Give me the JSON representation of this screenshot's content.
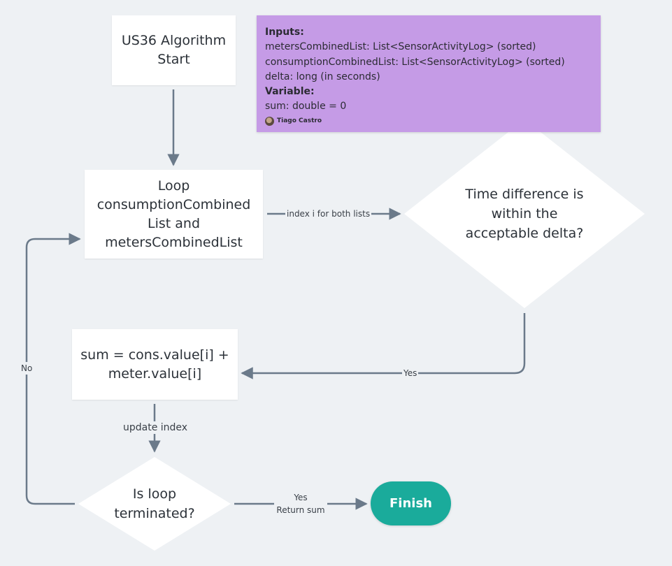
{
  "colors": {
    "background": "#eef1f4",
    "connector": "#6b7a8a",
    "node_fill": "#ffffff",
    "note_fill": "#c59be6",
    "finish_fill": "#1aab9b"
  },
  "nodes": {
    "start": "US36 Algorithm\nStart",
    "loop": "Loop\nconsumptionCombined\nList and\nmetersCombinedList",
    "sum": "sum = cons.value[i] +\nmeter.value[i]",
    "time_check": "Time difference is\nwithin the\nacceptable delta?",
    "loop_end_check": "Is loop\nterminated?",
    "finish": "Finish"
  },
  "note": {
    "inputs_heading": "Inputs:",
    "input_1": "metersCombinedList: List<SensorActivityLog> (sorted)",
    "input_2": "consumptionCombinedList: List<SensorActivityLog> (sorted)",
    "input_3": "delta: long (in seconds)",
    "variable_heading": "Variable:",
    "variable_1": "sum: double = 0",
    "author": "Tiago Castro"
  },
  "edge_labels": {
    "index": "index i for both lists",
    "yes_delta": "Yes",
    "update_index": "update index",
    "no": "No",
    "yes_return": "Yes\nReturn sum"
  }
}
